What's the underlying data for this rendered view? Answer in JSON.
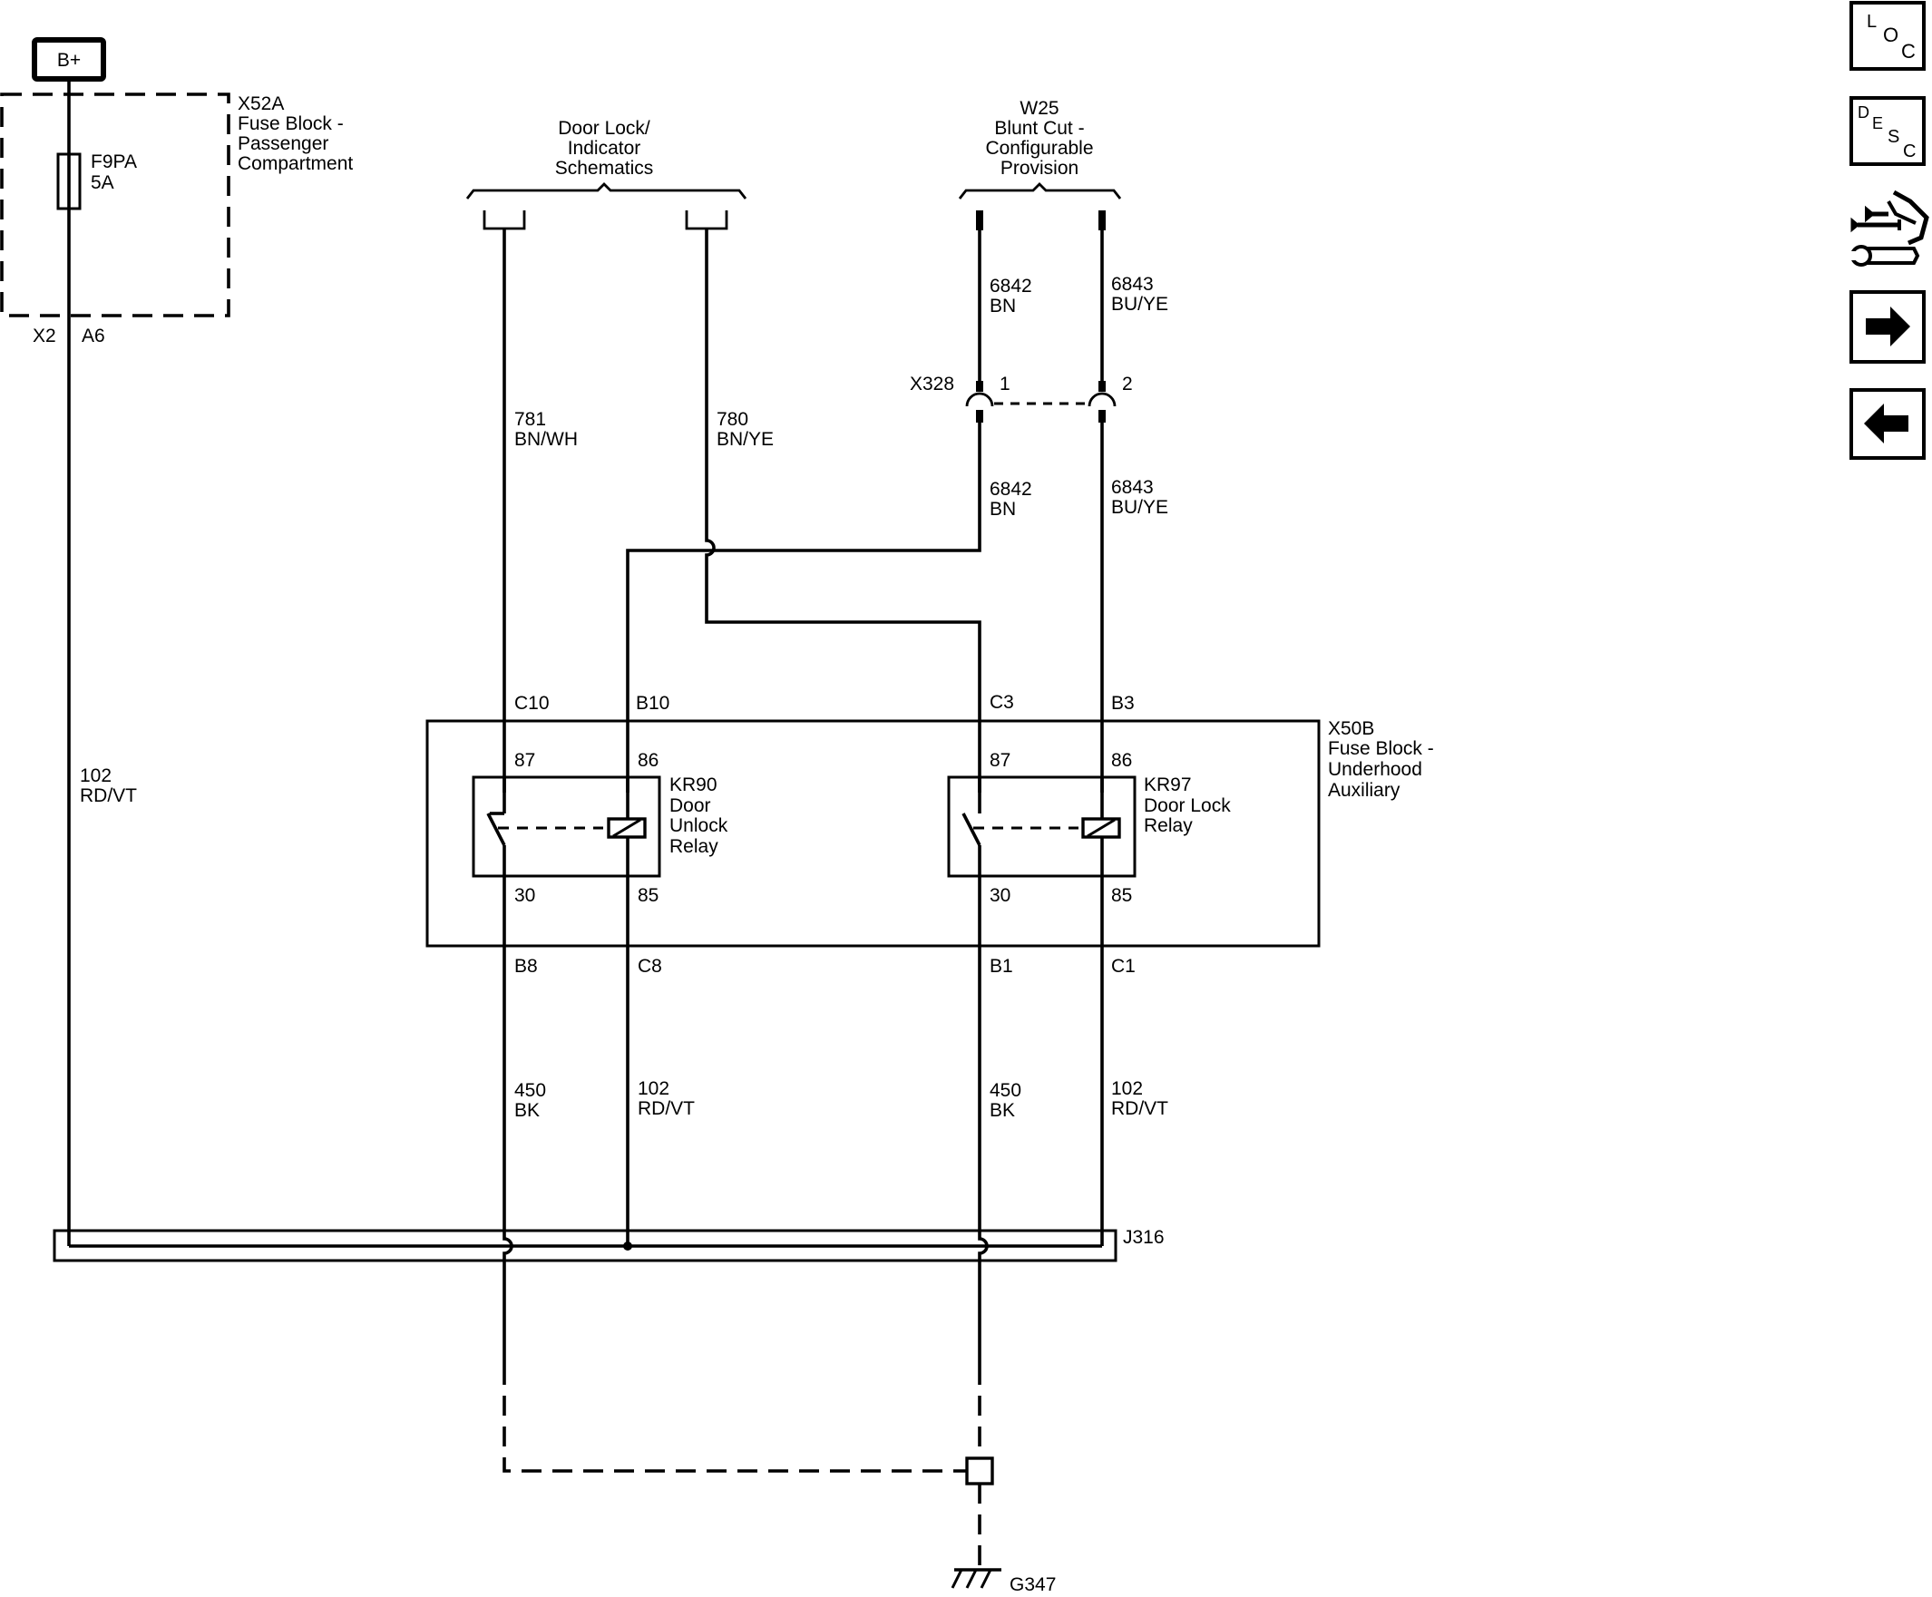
{
  "power": {
    "label": "B+"
  },
  "fuse_block_passenger": {
    "id": "X52A",
    "desc1": "Fuse Block -",
    "desc2": "Passenger",
    "desc3": "Compartment"
  },
  "fuse": {
    "id": "F9PA",
    "rating": "5A"
  },
  "fuse_pins": {
    "connector": "X2",
    "pin": "A6"
  },
  "wire_102_left": {
    "circuit": "102",
    "color": "RD/VT"
  },
  "door_lock_schematics": {
    "line1": "Door Lock/",
    "line2": "Indicator",
    "line3": "Schematics"
  },
  "w25": {
    "id": "W25",
    "line1": "Blunt Cut -",
    "line2": "Configurable",
    "line3": "Provision"
  },
  "wire_781": {
    "circuit": "781",
    "color": "BN/WH"
  },
  "wire_780": {
    "circuit": "780",
    "color": "BN/YE"
  },
  "wire_6842_top": {
    "circuit": "6842",
    "color": "BN"
  },
  "wire_6843_top": {
    "circuit": "6843",
    "color": "BU/YE"
  },
  "wire_6842_bottom": {
    "circuit": "6842",
    "color": "BN"
  },
  "wire_6843_bottom": {
    "circuit": "6843",
    "color": "BU/YE"
  },
  "x328": {
    "id": "X328",
    "pin1": "1",
    "pin2": "2"
  },
  "fuse_block_underhood": {
    "id": "X50B",
    "desc1": "Fuse Block -",
    "desc2": "Underhood",
    "desc3": "Auxiliary"
  },
  "x50b_pins_top": {
    "c10": "C10",
    "b10": "B10",
    "c3": "C3",
    "b3": "B3"
  },
  "x50b_pins_bottom": {
    "b8": "B8",
    "c8": "C8",
    "b1": "B1",
    "c1": "C1"
  },
  "kr90": {
    "id": "KR90",
    "line1": "Door",
    "line2": "Unlock",
    "line3": "Relay",
    "pin87": "87",
    "pin86": "86",
    "pin30": "30",
    "pin85": "85"
  },
  "kr97": {
    "id": "KR97",
    "line1": "Door Lock",
    "line2": "Relay",
    "pin87": "87",
    "pin86": "86",
    "pin30": "30",
    "pin85": "85"
  },
  "wire_450_a": {
    "circuit": "450",
    "color": "BK"
  },
  "wire_102_a": {
    "circuit": "102",
    "color": "RD/VT"
  },
  "wire_450_b": {
    "circuit": "450",
    "color": "BK"
  },
  "wire_102_b": {
    "circuit": "102",
    "color": "RD/VT"
  },
  "splice": {
    "id": "J316"
  },
  "ground": {
    "id": "G347"
  },
  "nav": {
    "loc": {
      "l": "L",
      "o": "O",
      "c": "C"
    },
    "desc": {
      "d": "D",
      "e": "E",
      "s": "S",
      "c": "C"
    },
    "connector_icon": "connector-wrench-icon",
    "next_icon": "arrow-right-icon",
    "prev_icon": "arrow-left-icon"
  }
}
